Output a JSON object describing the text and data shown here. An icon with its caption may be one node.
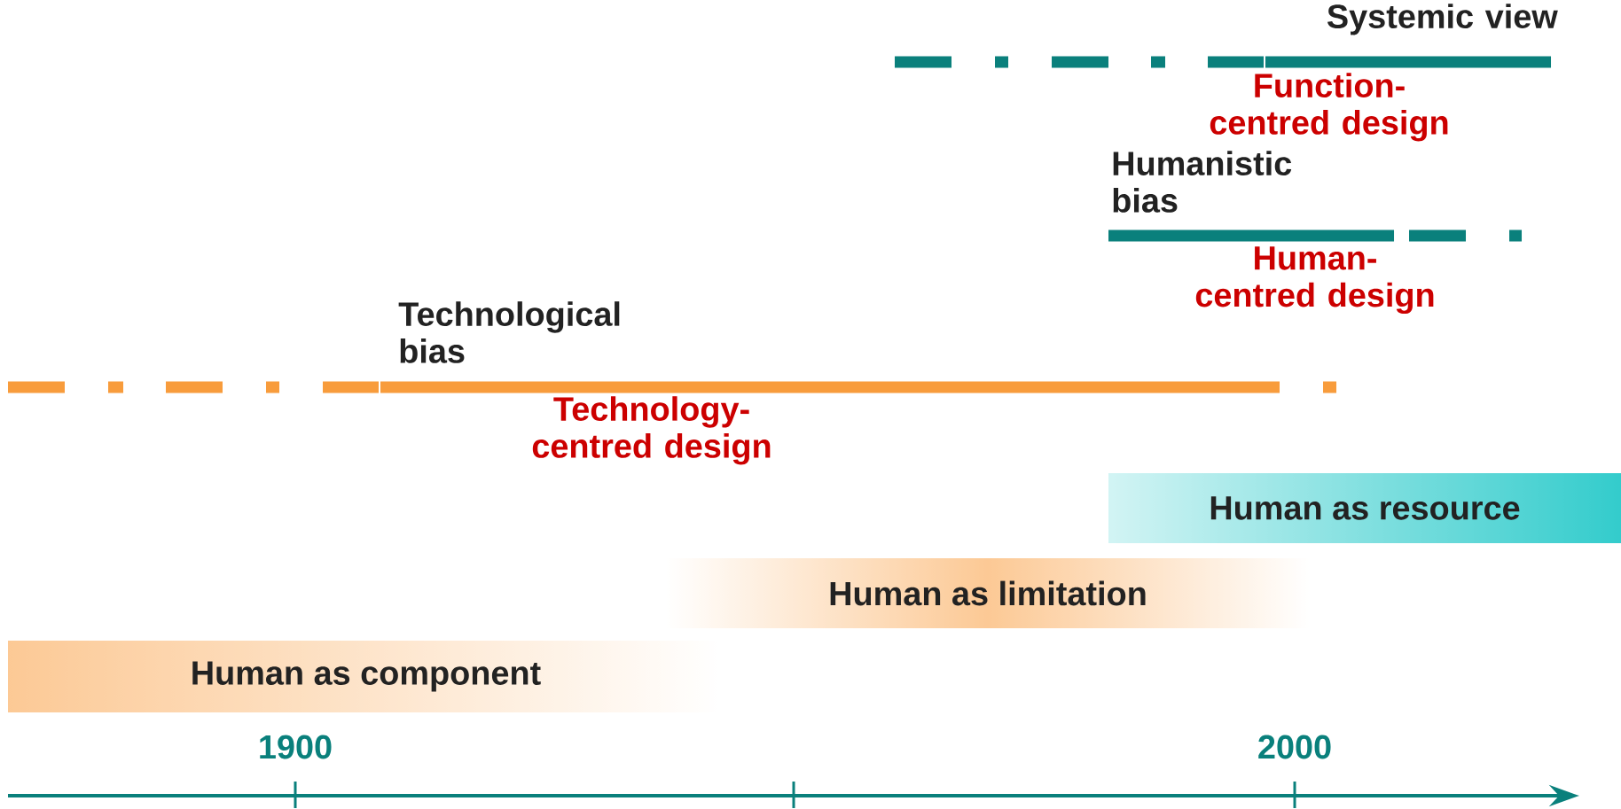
{
  "diagram": {
    "nodes": [
      {
        "text": [
          "Systemic view",
          "Function-centred design"
        ]
      },
      {
        "text": [
          "Humanistic bias",
          "Human-centred design"
        ]
      },
      {
        "text": [
          "Technological bias",
          "Technology-centred design"
        ]
      },
      {
        "text": [
          "Human as resource"
        ]
      },
      {
        "text": [
          "Human as limitation"
        ]
      },
      {
        "text": [
          "Human as component"
        ]
      }
    ],
    "edges": [],
    "labels": [
      "1900",
      "2000"
    ]
  }
}
